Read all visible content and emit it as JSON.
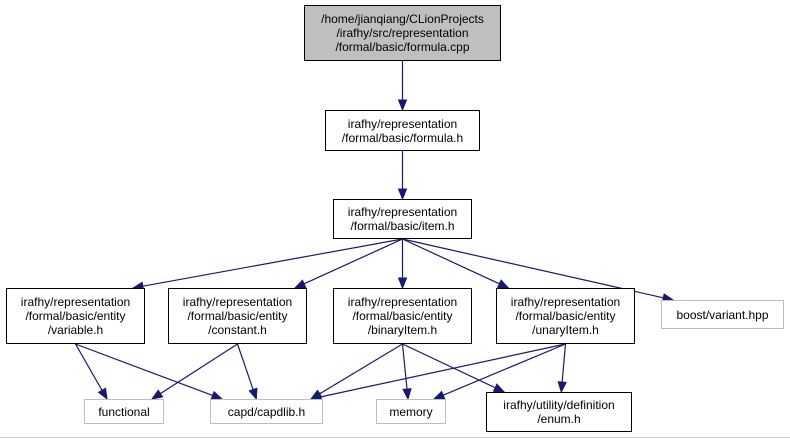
{
  "diagram": {
    "nodes": {
      "formula_cpp": {
        "label": "/home/jianqiang/CLionProjects\n/irafhy/src/representation\n/formal/basic/formula.cpp",
        "kind": "root"
      },
      "formula_h": {
        "label": "irafhy/representation\n/formal/basic/formula.h",
        "kind": "file"
      },
      "item_h": {
        "label": "irafhy/representation\n/formal/basic/item.h",
        "kind": "file"
      },
      "variable_h": {
        "label": "irafhy/representation\n/formal/basic/entity\n/variable.h",
        "kind": "file"
      },
      "constant_h": {
        "label": "irafhy/representation\n/formal/basic/entity\n/constant.h",
        "kind": "file"
      },
      "binaryitem_h": {
        "label": "irafhy/representation\n/formal/basic/entity\n/binaryItem.h",
        "kind": "file"
      },
      "unaryitem_h": {
        "label": "irafhy/representation\n/formal/basic/entity\n/unaryItem.h",
        "kind": "file"
      },
      "variant_hpp": {
        "label": "boost/variant.hpp",
        "kind": "external"
      },
      "functional": {
        "label": "functional",
        "kind": "external"
      },
      "capdlib_h": {
        "label": "capd/capdlib.h",
        "kind": "external"
      },
      "memory": {
        "label": "memory",
        "kind": "external"
      },
      "enum_h": {
        "label": "irafhy/utility/definition\n/enum.h",
        "kind": "file"
      }
    },
    "edges": [
      [
        "formula_cpp",
        "formula_h"
      ],
      [
        "formula_h",
        "item_h"
      ],
      [
        "item_h",
        "variable_h"
      ],
      [
        "item_h",
        "constant_h"
      ],
      [
        "item_h",
        "binaryitem_h"
      ],
      [
        "item_h",
        "unaryitem_h"
      ],
      [
        "item_h",
        "variant_hpp"
      ],
      [
        "variable_h",
        "functional"
      ],
      [
        "variable_h",
        "capdlib_h"
      ],
      [
        "constant_h",
        "functional"
      ],
      [
        "constant_h",
        "capdlib_h"
      ],
      [
        "binaryitem_h",
        "capdlib_h"
      ],
      [
        "binaryitem_h",
        "memory"
      ],
      [
        "binaryitem_h",
        "enum_h"
      ],
      [
        "unaryitem_h",
        "capdlib_h"
      ],
      [
        "unaryitem_h",
        "memory"
      ],
      [
        "unaryitem_h",
        "enum_h"
      ]
    ]
  },
  "colors": {
    "edge": "#191970",
    "root_fill": "#bfbfbf",
    "node_border": "#000000",
    "external_border": "#bfbfbf"
  }
}
